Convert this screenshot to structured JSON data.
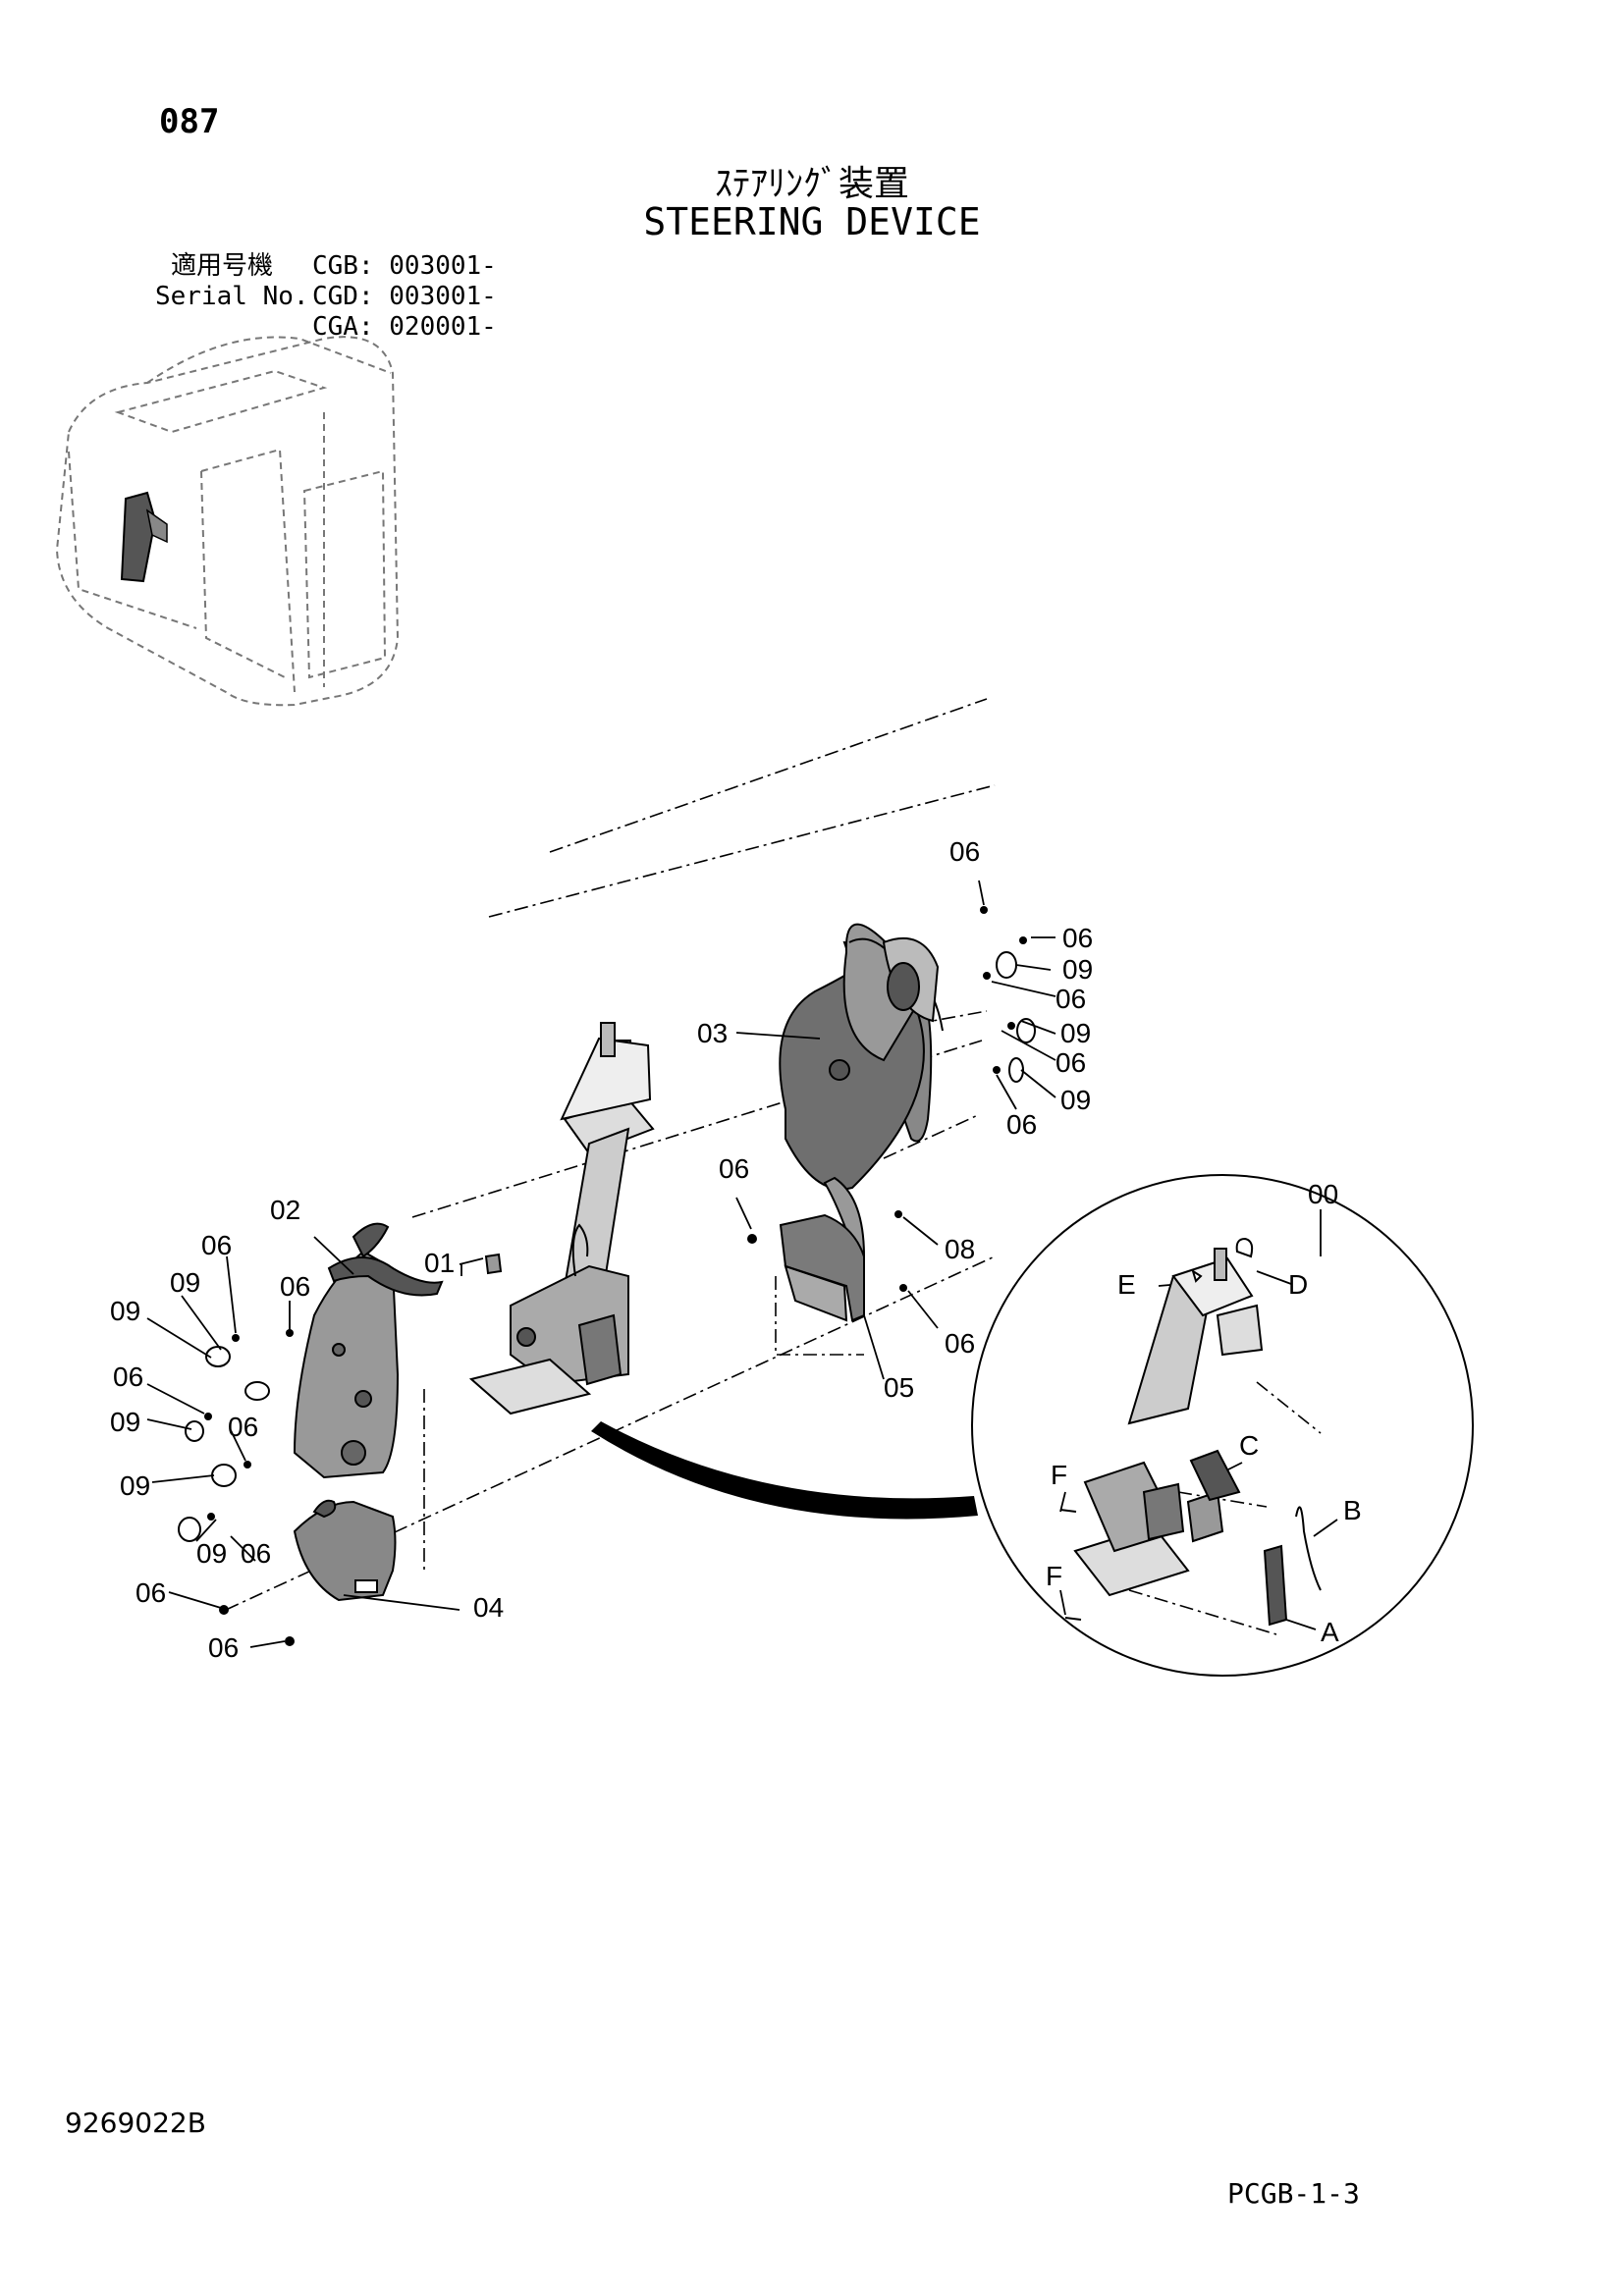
{
  "header": {
    "page_number": "087",
    "title_jp": "ｽﾃｱﾘﾝｸﾞ装置",
    "title_en": "STEERING DEVICE",
    "serial_label_jp": "適用号機",
    "serial_label_en": "Serial No.",
    "serials": [
      "CGB: 003001-",
      "CGD: 003001-",
      "CGA: 020001-"
    ]
  },
  "callouts": {
    "c00": "00",
    "c01": "01",
    "c02": "02",
    "c03": "03",
    "c04": "04",
    "c05": "05",
    "c08": "08",
    "c06_top": "06",
    "c06_r1": "06",
    "c06_r2": "06",
    "c06_r3": "06",
    "c06_r4": "06",
    "c06_mid": "06",
    "c06_right": "06",
    "c06_l1": "06",
    "c06_l2": "06",
    "c06_l3": "06",
    "c06_l4": "06",
    "c06_l5": "06",
    "c06_l6": "06",
    "c06_l7": "06",
    "c09_r1": "09",
    "c09_r2": "09",
    "c09_r3": "09",
    "c09_l1": "09",
    "c09_l2": "09",
    "c09_l3": "09",
    "c09_l4": "09",
    "c09_l5": "09",
    "cA": "A",
    "cB": "B",
    "cC": "C",
    "cD": "D",
    "cE": "E",
    "cF1": "F",
    "cF2": "F"
  },
  "footer": {
    "document_id": "9269022B",
    "page_ref": "PCGB-1-3"
  }
}
